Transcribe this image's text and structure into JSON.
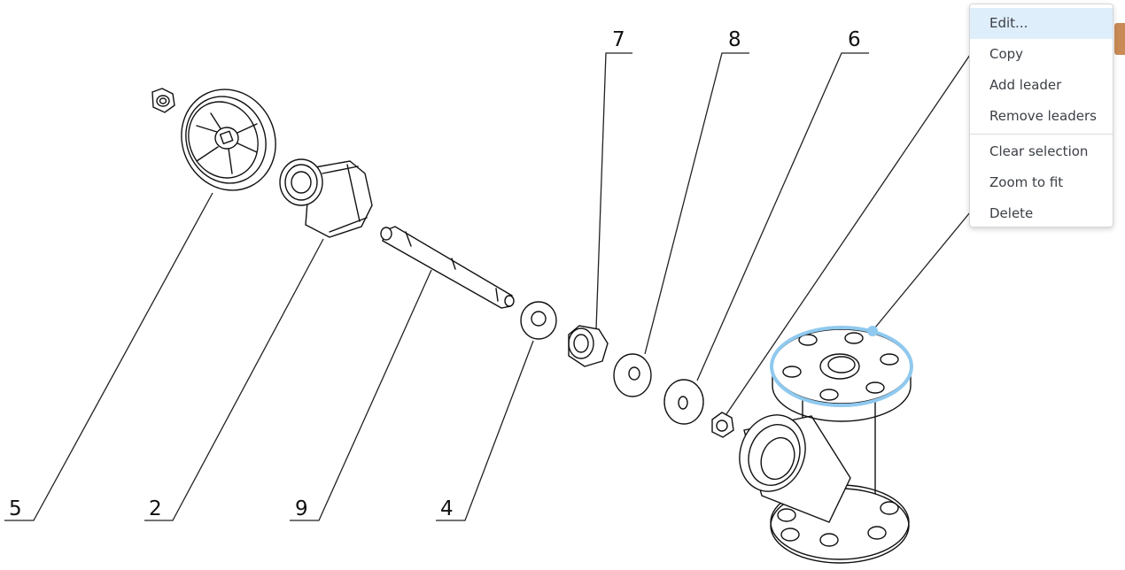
{
  "context_menu": {
    "items": [
      {
        "label": "Edit...",
        "active": true
      },
      {
        "label": "Copy"
      },
      {
        "label": "Add leader"
      },
      {
        "label": "Remove leaders"
      }
    ],
    "items2": [
      {
        "label": "Clear selection"
      },
      {
        "label": "Zoom to fit"
      },
      {
        "label": "Delete"
      }
    ]
  },
  "balloons": [
    "5",
    "2",
    "9",
    "4",
    "7",
    "8",
    "6"
  ],
  "colors": {
    "selection": "#8fc9ef",
    "menu_highlight": "#dfeefb",
    "edge_tab": "#c98a55"
  }
}
